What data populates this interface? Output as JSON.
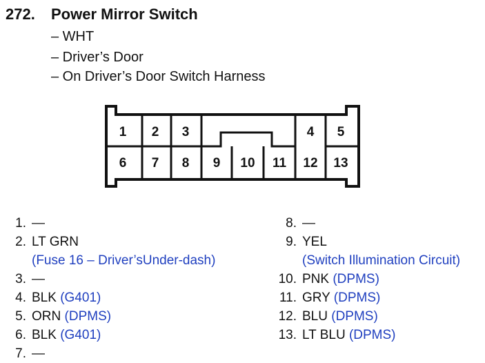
{
  "header": {
    "number": "272.",
    "title": "Power Mirror Switch",
    "lines": [
      "– WHT",
      "– Driver’s Door",
      "– On Driver’s Door Switch Harness"
    ]
  },
  "connector": {
    "pins_top": [
      "1",
      "2",
      "3",
      "4",
      "5"
    ],
    "pins_bottom": [
      "6",
      "7",
      "8",
      "9",
      "10",
      "11",
      "12",
      "13"
    ]
  },
  "pins_left": [
    {
      "num": "1.",
      "wire": "—",
      "note": ""
    },
    {
      "num": "2.",
      "wire": "LT GRN",
      "note": "(Fuse 16 – Driver’sUnder-dash)"
    },
    {
      "num": "3.",
      "wire": "—",
      "note": ""
    },
    {
      "num": "4.",
      "wire": "BLK",
      "note": "(G401)"
    },
    {
      "num": "5.",
      "wire": "ORN",
      "note": "(DPMS)"
    },
    {
      "num": "6.",
      "wire": "BLK",
      "note": "(G401)"
    },
    {
      "num": "7.",
      "wire": "—",
      "note": ""
    }
  ],
  "pins_right": [
    {
      "num": "8.",
      "wire": "—",
      "note": ""
    },
    {
      "num": "9.",
      "wire": "YEL",
      "note": "(Switch Illumination Circuit)"
    },
    {
      "num": "10.",
      "wire": "PNK",
      "note": "(DPMS)"
    },
    {
      "num": "11.",
      "wire": "GRY",
      "note": "(DPMS)"
    },
    {
      "num": "12.",
      "wire": "BLU",
      "note": "(DPMS)"
    },
    {
      "num": "13.",
      "wire": "LT BLU",
      "note": "(DPMS)"
    }
  ],
  "colors": {
    "text": "#111111",
    "note": "#1f3fbf"
  }
}
